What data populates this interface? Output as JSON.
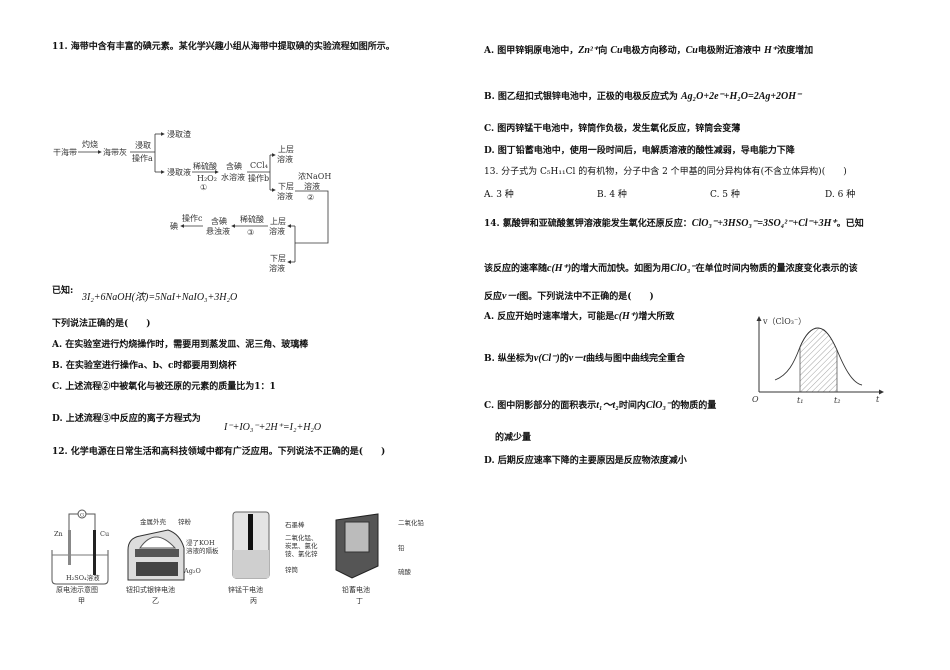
{
  "q11": {
    "title": "11. 海带中含有丰富的碘元素。某化学兴趣小组从海带中提取碘的实验流程如图所示。",
    "flow": {
      "n1": "干海带",
      "burn": "灼烧",
      "n2": "海带灰",
      "leach": "浸取",
      "op_a": "操作a",
      "residue": "浸取渣",
      "leachate": "浸取液",
      "acid": "稀硫酸",
      "h2o2": "H₂O₂",
      "step1": "①",
      "iodine_water_1": "含碘",
      "iodine_water_2": "水溶液",
      "ccl4": "CCl₄",
      "op_b": "操作b",
      "upper1": "上层",
      "upper2": "溶液",
      "lower1": "下层",
      "lower2": "溶液",
      "naoh1": "浓NaOH",
      "naoh2": "溶液",
      "step2": "②",
      "up_b1": "上层",
      "up_b2": "溶液",
      "low_b1": "下层",
      "low_b2": "溶液",
      "acid2": "稀硫酸",
      "step3": "③",
      "susp1": "含碘",
      "susp2": "悬浊液",
      "op_c": "操作c",
      "iodine": "碘"
    },
    "known_label": "已知:",
    "known_eq": "3I₂+6NaOH(浓)=5NaI+NaIO₃+3H₂O",
    "question": "下列说法正确的是(　　)",
    "options": [
      "A. 在实验室进行灼烧操作时，需要用到蒸发皿、泥三角、玻璃棒",
      "B. 在实验室进行操作a、b、c时都要用到烧杯",
      "C. 上述流程②中被氧化与被还原的元素的质量比为1：1",
      "D. 上述流程③中反应的离子方程式为"
    ],
    "option_d_eq": "I⁻+IO₃⁻+2H⁺=I₂+H₂O"
  },
  "q12": {
    "title": "12. 化学电源在日常生活和高科技领域中都有广泛应用。下列说法不正确的是(　　)",
    "figures": [
      {
        "caption": "原电池示意图",
        "label": "甲",
        "parts": [
          "Zn",
          "Cu",
          "H₂SO₄溶液",
          "G"
        ]
      },
      {
        "caption": "钮扣式银锌电池",
        "label": "乙",
        "parts": [
          "金属外壳",
          "锌粉",
          "浸了KOH",
          "溶液的隔板",
          "Ag₂O"
        ]
      },
      {
        "caption": "锌锰干电池",
        "label": "丙",
        "parts": [
          "石墨棒",
          "二氧化锰、",
          "炭黑、氯化",
          "铵、氯化锌",
          "锌筒"
        ]
      },
      {
        "caption": "铅蓄电池",
        "label": "丁",
        "parts": [
          "二氧化铅",
          "铅",
          "硫酸"
        ]
      }
    ],
    "options": [
      {
        "a": "A. 图甲锌铜原电池中，",
        "f1": "Zn²⁺",
        "b": "向",
        "f2": "Cu",
        "c": "电极方向移动，",
        "f3": "Cu",
        "d": "电极附近溶液中",
        "f4": "H⁺",
        "e": "浓度增加"
      },
      {
        "a": "B. 图乙纽扣式银锌电池中，正极的电极反应式为",
        "f1": "Ag₂O+2e⁻+H₂O=2Ag+2OH⁻"
      },
      {
        "a": "C. 图丙锌锰干电池中，锌筒作负极，发生氧化反应，锌筒会变薄"
      },
      {
        "a": "D. 图丁铅蓄电池中，使用一段时间后，电解质溶液的酸性减弱，导电能力下降"
      }
    ]
  },
  "q13": {
    "title": "13.  分子式为 C₅H₁₁Cl 的有机物，分子中含 2 个甲基的同分异构体有(不含立体异构)(　　)",
    "options": [
      "A.  3 种",
      "B.  4 种",
      "C.  5 种",
      "D.  6 种"
    ]
  },
  "q14": {
    "title_a": "14. 氯酸钾和亚硫酸氢钾溶液能发生氧化还原反应：",
    "title_eq": "ClO₃⁻+3HSO₃⁻=3SO₄²⁻+Cl⁻+3H⁺",
    "title_b": "。已知",
    "line2_a": "该反应的速率随",
    "line2_f1": "c(H⁺)",
    "line2_b": "的增大而加快。如图为用",
    "line2_f2": "ClO₃⁻",
    "line2_c": "在单位时间内物质的量浓度变化表示的该",
    "line3_a": "反应",
    "line3_f": "v－t",
    "line3_b": "图。下列说法中不正确的是(　　)",
    "opt_a": "A. 反应开始时速率增大，可能是",
    "opt_a_f": "c(H⁺)",
    "opt_a_b": "增大所致",
    "opt_b": "B. 纵坐标为",
    "opt_b_f1": "v(Cl⁻)",
    "opt_b_b": "的",
    "opt_b_f2": "v－t",
    "opt_b_c": "曲线与图中曲线完全重合",
    "opt_c": "C. 图中阴影部分的面积表示",
    "opt_c_f1": "t₁～t₂",
    "opt_c_b": "时间内",
    "opt_c_f2": "ClO₃⁻",
    "opt_c_c": "的物质的量",
    "opt_c_cont": "的减少量",
    "opt_d": "D. 后期反应速率下降的主要原因是反应物浓度减小",
    "graph": {
      "ylabel": "v（ClO₃⁻）",
      "origin": "O",
      "t1": "t₁",
      "t2": "t₂",
      "xlabel": "t"
    }
  }
}
